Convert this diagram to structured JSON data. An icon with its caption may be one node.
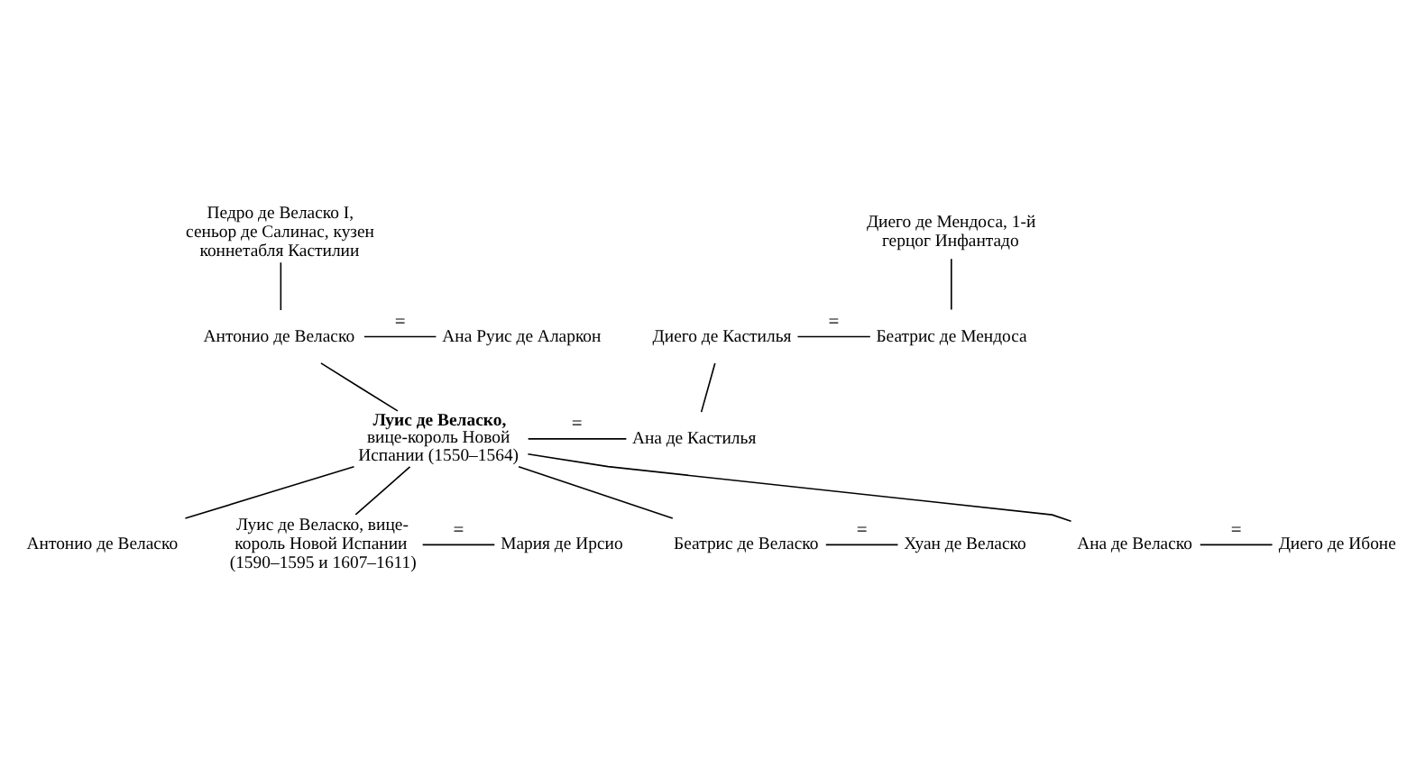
{
  "diagram": {
    "nodes": [
      {
        "text": [
          "Педро де Веласко I, сеньор де Салинас, кузен коннетабля Кастилии"
        ]
      },
      {
        "text": [
          "Диего де Мендоса, 1-й герцог Инфантадо"
        ]
      },
      {
        "text": [
          "Антонио де Веласко"
        ]
      },
      {
        "text": [
          "Ана Руис де Аларкон"
        ]
      },
      {
        "text": [
          "Диего де Кастилья"
        ]
      },
      {
        "text": [
          "Беатрис де Мендоса"
        ]
      },
      {
        "text": [
          "Луис де Веласко,",
          "вице-король Новой Испании (1550–1564)"
        ]
      },
      {
        "text": [
          "Ана де Кастилья"
        ]
      },
      {
        "text": [
          "Антонио де Веласко"
        ]
      },
      {
        "text": [
          "Луис де Веласко, вице-король Новой Испании (1590–1595 и 1607–1611)"
        ]
      },
      {
        "text": [
          "Мария де Ирсио"
        ]
      },
      {
        "text": [
          "Беатрис де Веласко"
        ]
      },
      {
        "text": [
          "Хуан де Веласко"
        ]
      },
      {
        "text": [
          "Ана де Веласко"
        ]
      },
      {
        "text": [
          "Диего де Ибоне"
        ]
      }
    ],
    "edges": [
      {
        "from": 0,
        "to": 2,
        "arrow": "none"
      },
      {
        "from": 2,
        "to": 3,
        "arrow": "none",
        "label": "="
      },
      {
        "from": 1,
        "to": 5,
        "arrow": "none"
      },
      {
        "from": 4,
        "to": 5,
        "arrow": "none",
        "label": "="
      },
      {
        "from": 2,
        "to": 6,
        "arrow": "none"
      },
      {
        "from": 4,
        "to": 7,
        "arrow": "none"
      },
      {
        "from": 6,
        "to": 7,
        "arrow": "none",
        "label": "="
      },
      {
        "from": 6,
        "to": 8,
        "arrow": "none"
      },
      {
        "from": 6,
        "to": 9,
        "arrow": "none"
      },
      {
        "from": 9,
        "to": 10,
        "arrow": "none",
        "label": "="
      },
      {
        "from": 6,
        "to": 11,
        "arrow": "none"
      },
      {
        "from": 11,
        "to": 12,
        "arrow": "none",
        "label": "="
      },
      {
        "from": 6,
        "to": 13,
        "arrow": "none"
      },
      {
        "from": 13,
        "to": 14,
        "arrow": "none",
        "label": "="
      }
    ]
  }
}
